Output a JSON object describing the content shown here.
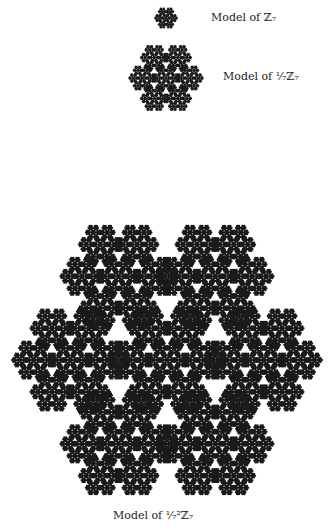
{
  "diagram": {
    "labels": [
      "Model of ℤ₇",
      "Model of ¹⁄₇ℤ₇",
      "Model of ¹⁄₇²ℤ₇"
    ]
  }
}
